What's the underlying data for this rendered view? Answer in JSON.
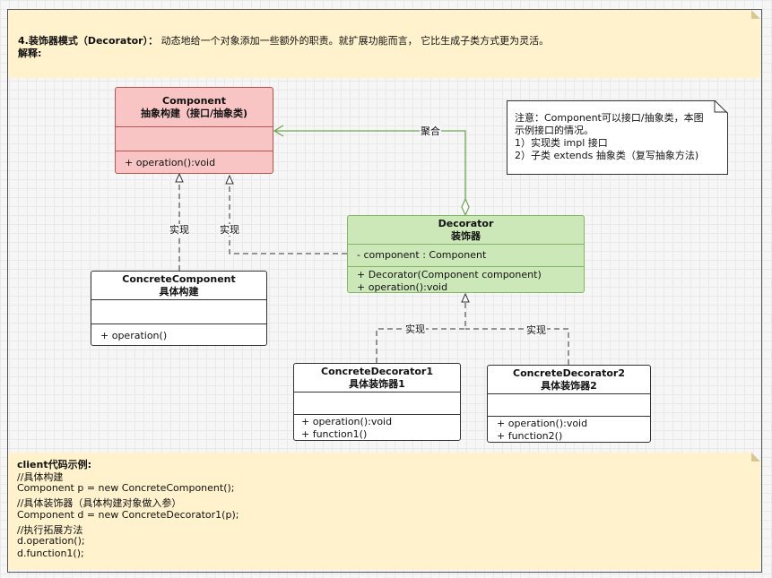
{
  "top_note": {
    "title": "4.装饰器模式（Decorator）：",
    "desc": " 动态地给一个对象添加一些额外的职责。就扩展功能而言， 它比生成子类方式更为灵活。",
    "explain": "解释:"
  },
  "component": {
    "name": "Component",
    "cn": "抽象构建（接口/抽象类)",
    "method": "+ operation():void"
  },
  "decorator": {
    "name": "Decorator",
    "cn": "装饰器",
    "field": "- component : Component",
    "method1": "+ Decorator(Component component)",
    "method2": "+ operation():void"
  },
  "concrete_component": {
    "name": "ConcreteComponent",
    "cn": "具体构建",
    "method": "+ operation()"
  },
  "concrete_decorator1": {
    "name": "ConcreteDecorator1",
    "cn": "具体装饰器1",
    "method1": "+ operation():void",
    "method2": "+ function1()"
  },
  "concrete_decorator2": {
    "name": "ConcreteDecorator2",
    "cn": "具体装饰器2",
    "method1": "+ operation():void",
    "method2": "+ function2()"
  },
  "hint_note": {
    "line1": "注意：Component可以接口/抽象类，本图",
    "line2": "示例接口的情况。",
    "line3": "1）实现类 impl 接口",
    "line4": "2）子类 extends 抽象类（复写抽象方法)"
  },
  "edge_labels": {
    "aggregation": "聚合",
    "impl_cc": "实现",
    "impl_deco": "实现",
    "impl_cd1": "实现",
    "impl_cd2": "实现"
  },
  "client_code": {
    "title": "client代码示例:",
    "lines": [
      "//具体构建",
      "Component p = new ConcreteComponent();",
      "//具体装饰器（具体构建对象做入参）",
      "Component d = new ConcreteDecorator1(p);",
      "//执行拓展方法",
      "d.operation();",
      "d.function1();"
    ]
  }
}
